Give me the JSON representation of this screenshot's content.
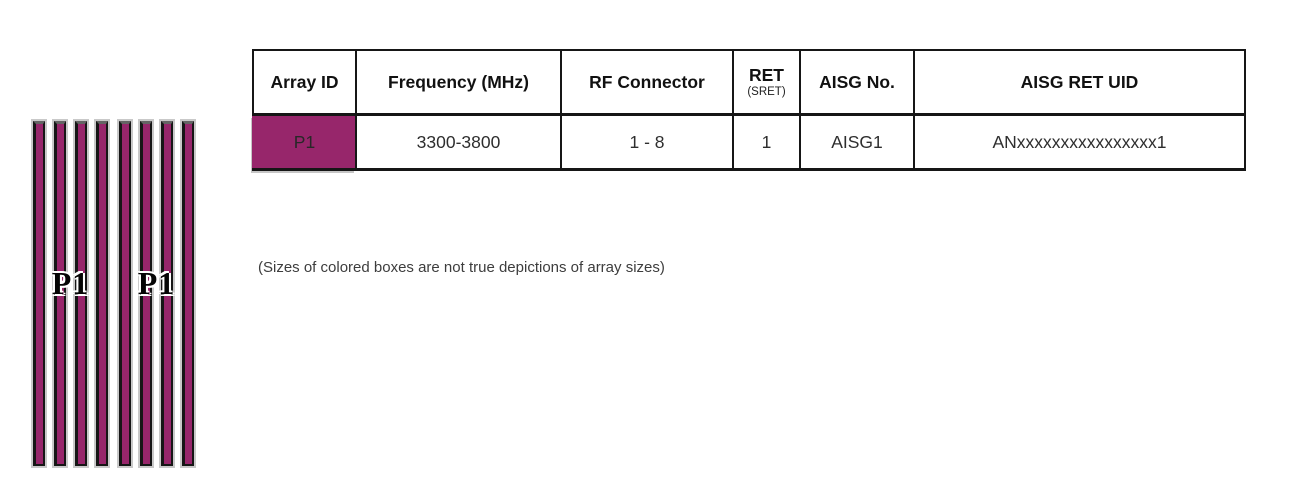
{
  "diagram": {
    "groups": [
      {
        "label": "P1",
        "bar_count": 4
      },
      {
        "label": "P1",
        "bar_count": 4
      }
    ],
    "bar_color": "#97266B"
  },
  "table": {
    "columns": [
      {
        "label": "Array ID"
      },
      {
        "label": "Frequency (MHz)"
      },
      {
        "label": "RF Connector"
      },
      {
        "label": "RET",
        "sublabel": "(SRET)"
      },
      {
        "label": "AISG No."
      },
      {
        "label": "AISG RET UID"
      }
    ],
    "rows": [
      {
        "array_id": "P1",
        "array_color": "#97266B",
        "frequency_mhz": "3300-3800",
        "rf_connector": "1 - 8",
        "ret": "1",
        "aisg_no": "AISG1",
        "aisg_ret_uid": "ANxxxxxxxxxxxxxxxx1"
      }
    ]
  },
  "note": "(Sizes of colored boxes are not true depictions of array sizes)"
}
